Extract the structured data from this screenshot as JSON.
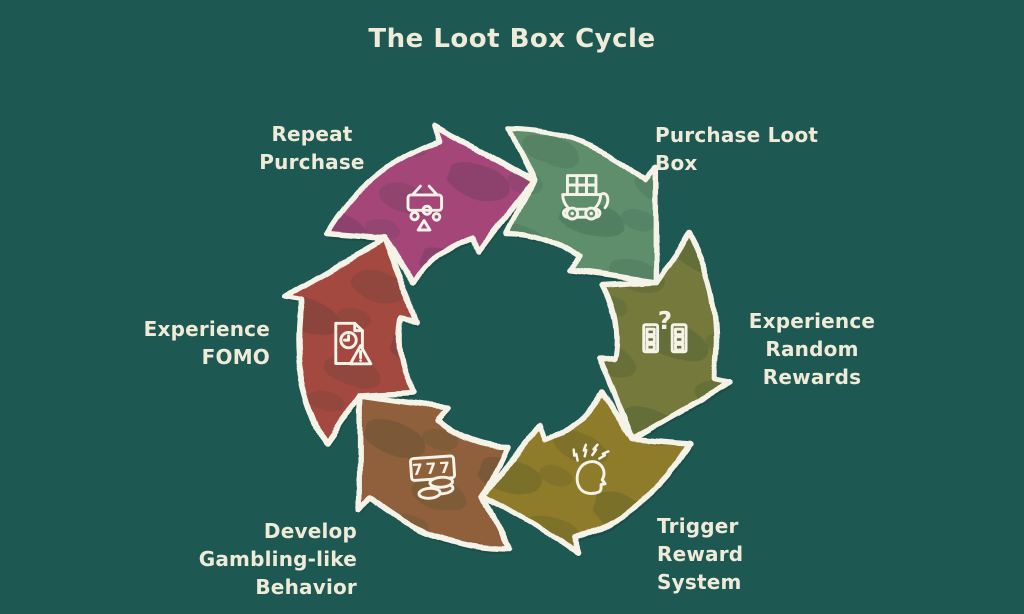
{
  "title": "The Loot Box Cycle",
  "colors": {
    "background": "#1d5952",
    "outline": "#f5f2e8",
    "text": "#f0ebd9",
    "shadow": "#14443d"
  },
  "diagram": {
    "type": "cycle",
    "direction": "clockwise",
    "segments": [
      {
        "id": "purchase-loot-box",
        "label": "Purchase Loot Box",
        "label_lines": [
          "Purchase Loot",
          "Box"
        ],
        "color": "#5e8e6c",
        "icon": "loot-cart-icon",
        "icon_text": ""
      },
      {
        "id": "experience-random-rewards",
        "label": "Experience Random Rewards",
        "label_lines": [
          "Experience",
          "Random",
          "Rewards"
        ],
        "color": "#75793b",
        "icon": "mystery-boxes-icon",
        "icon_text": "?"
      },
      {
        "id": "trigger-reward-system",
        "label": "Trigger Reward System",
        "label_lines": [
          "Trigger",
          "Reward",
          "System"
        ],
        "color": "#8f7b29",
        "icon": "brain-lightning-icon",
        "icon_text": ""
      },
      {
        "id": "develop-gambling-like-behavior",
        "label": "Develop Gambling-like Behavior",
        "label_lines": [
          "Develop",
          "Gambling-like",
          "Behavior"
        ],
        "color": "#8f613a",
        "icon": "slot-machine-777-icon",
        "icon_text": "777"
      },
      {
        "id": "experience-fomo",
        "label": "Experience FOMO",
        "label_lines": [
          "Experience",
          "FOMO"
        ],
        "color": "#a4483f",
        "icon": "fomo-document-icon",
        "icon_text": ""
      },
      {
        "id": "repeat-purchase",
        "label": "Repeat Purchase",
        "label_lines": [
          "Repeat",
          "Purchase"
        ],
        "color": "#a44678",
        "icon": "shopping-basket-icon",
        "icon_text": ""
      }
    ]
  }
}
